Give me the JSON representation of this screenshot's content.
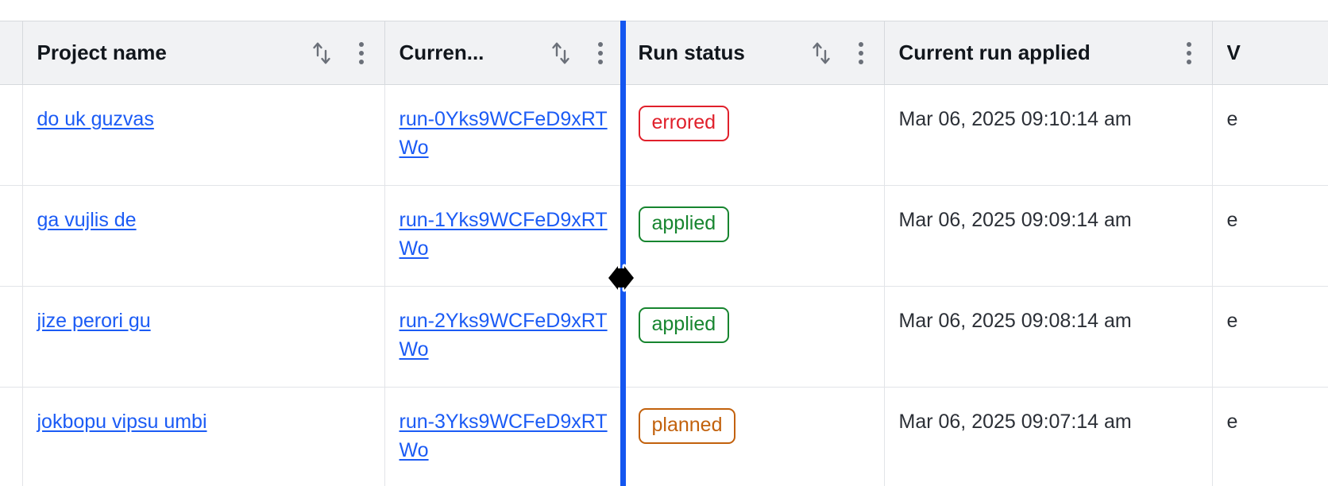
{
  "table": {
    "columns": [
      {
        "key": "gutter",
        "label": "",
        "has_sort": false,
        "has_menu": false
      },
      {
        "key": "project",
        "label": "Project name",
        "has_sort": true,
        "has_menu": true
      },
      {
        "key": "current",
        "label": "Curren...",
        "has_sort": true,
        "has_menu": true
      },
      {
        "key": "status",
        "label": "Run status",
        "has_sort": true,
        "has_menu": true
      },
      {
        "key": "applied",
        "label": "Current run applied",
        "has_sort": false,
        "has_menu": true
      },
      {
        "key": "last",
        "label": "V",
        "has_sort": false,
        "has_menu": false
      }
    ],
    "rows": [
      {
        "project": "do uk guzvas",
        "current_run": "run-0Yks9WCFeD9xRTWo",
        "status": "errored",
        "status_kind": "errored",
        "applied": "Mar 06, 2025 09:10:14 am",
        "last": "e"
      },
      {
        "project": "ga vujlis de",
        "current_run": "run-1Yks9WCFeD9xRTWo",
        "status": "applied",
        "status_kind": "applied",
        "applied": "Mar 06, 2025 09:09:14 am",
        "last": "e"
      },
      {
        "project": "jize perori gu",
        "current_run": "run-2Yks9WCFeD9xRTWo",
        "status": "applied",
        "status_kind": "applied",
        "applied": "Mar 06, 2025 09:08:14 am",
        "last": "e"
      },
      {
        "project": "jokbopu vipsu umbi",
        "current_run": "run-3Yks9WCFeD9xRTWo",
        "status": "planned",
        "status_kind": "planned",
        "applied": "Mar 06, 2025 09:07:14 am",
        "last": "e"
      }
    ]
  },
  "interaction": {
    "resize_active": true,
    "resize_line_color": "#1456f0",
    "cursor": "col-resize"
  },
  "colors": {
    "link": "#1b5bf5",
    "errored": "#e0202b",
    "applied": "#17852f",
    "planned": "#c2610c",
    "header_bg": "#f1f2f4",
    "border": "#d6d9dd"
  }
}
